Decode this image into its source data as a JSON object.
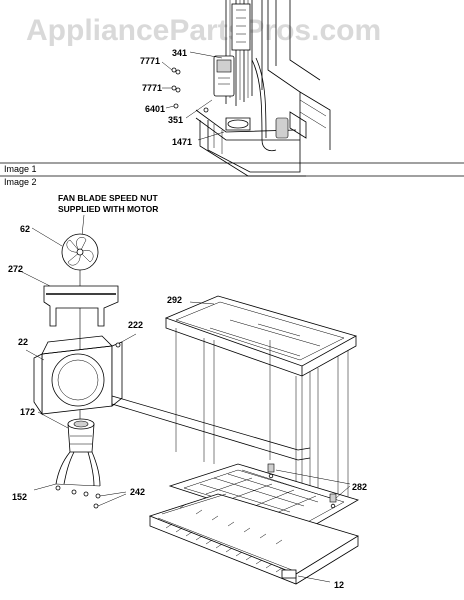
{
  "watermark": "AppliancePartsPros.com",
  "sections": {
    "image1": "Image 1",
    "image2": "Image 2"
  },
  "note": {
    "line1": "FAN BLADE SPEED NUT",
    "line2": "SUPPLIED WITH MOTOR"
  },
  "callouts": {
    "p341": "341",
    "p7771a": "7771",
    "p7771b": "7771",
    "p6401": "6401",
    "p351": "351",
    "p1471": "1471",
    "p62": "62",
    "p272": "272",
    "p292": "292",
    "p222": "222",
    "p22": "22",
    "p172": "172",
    "p152": "152",
    "p242": "242",
    "p282": "282",
    "p12": "12"
  }
}
